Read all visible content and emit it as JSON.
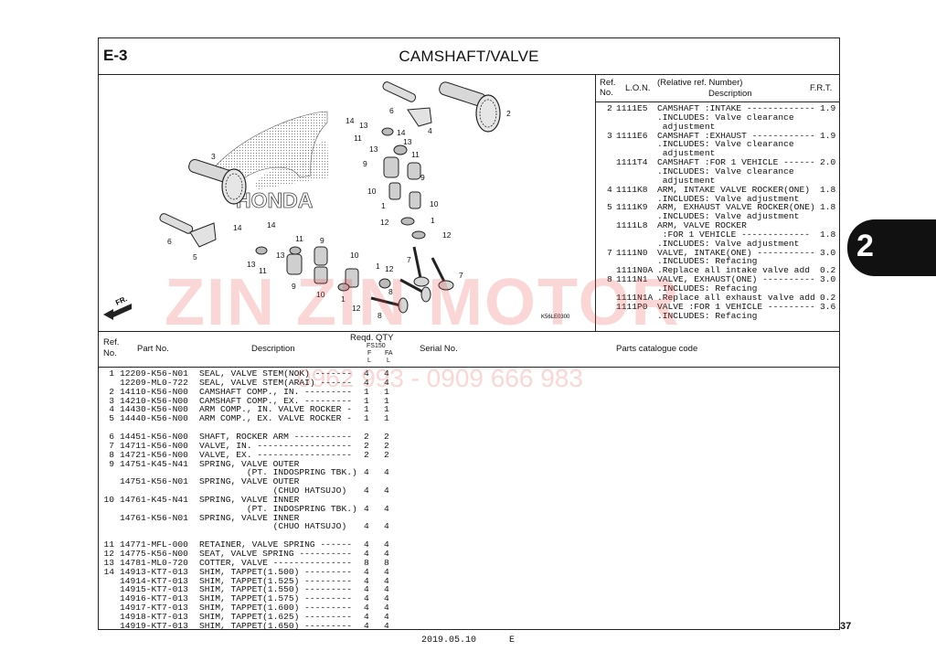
{
  "header": {
    "code": "E-3",
    "title": "CAMSHAFT/VALVE"
  },
  "diagram": {
    "brand_logo": "HONDA",
    "image_code": "K56LE0300",
    "fr_label": "FR.",
    "callouts": [
      "1",
      "1",
      "1",
      "1",
      "2",
      "3",
      "4",
      "5",
      "6",
      "6",
      "7",
      "7",
      "8",
      "8",
      "9",
      "9",
      "9",
      "9",
      "10",
      "10",
      "10",
      "10",
      "11",
      "11",
      "11",
      "11",
      "12",
      "12",
      "12",
      "12",
      "13",
      "13",
      "13",
      "13",
      "13",
      "14",
      "14",
      "14",
      "14"
    ]
  },
  "ref_table": {
    "headers": {
      "ref": "Ref.",
      "no": "No.",
      "lon": "L.O.N.",
      "desc1": "(Relative ref. Number)",
      "desc2": "Description",
      "frt": "F.R.T."
    },
    "rows": [
      {
        "ref": "2",
        "lon": "1111E5",
        "desc": "CAMSHAFT :INTAKE -------------",
        "frt": "1.9"
      },
      {
        "ref": "",
        "lon": "",
        "desc": ".INCLUDES: Valve clearance",
        "frt": ""
      },
      {
        "ref": "",
        "lon": "",
        "desc": " adjustment",
        "frt": ""
      },
      {
        "ref": "3",
        "lon": "1111E6",
        "desc": "CAMSHAFT :EXHAUST ------------",
        "frt": "1.9"
      },
      {
        "ref": "",
        "lon": "",
        "desc": ".INCLUDES: Valve clearance",
        "frt": ""
      },
      {
        "ref": "",
        "lon": "",
        "desc": " adjustment",
        "frt": ""
      },
      {
        "ref": "",
        "lon": "1111T4",
        "desc": "CAMSHAFT :FOR 1 VEHICLE ------",
        "frt": "2.0"
      },
      {
        "ref": "",
        "lon": "",
        "desc": ".INCLUDES: Valve clearance",
        "frt": ""
      },
      {
        "ref": "",
        "lon": "",
        "desc": " adjustment",
        "frt": ""
      },
      {
        "ref": "4",
        "lon": "1111K8",
        "desc": "ARM, INTAKE VALVE ROCKER(ONE)",
        "frt": "1.8"
      },
      {
        "ref": "",
        "lon": "",
        "desc": ".INCLUDES: Valve adjustment",
        "frt": ""
      },
      {
        "ref": "5",
        "lon": "1111K9",
        "desc": "ARM, EXHAUST VALVE ROCKER(ONE)",
        "frt": "1.8"
      },
      {
        "ref": "",
        "lon": "",
        "desc": ".INCLUDES: Valve adjustment",
        "frt": ""
      },
      {
        "ref": "",
        "lon": "1111L8",
        "desc": "ARM, VALVE ROCKER",
        "frt": ""
      },
      {
        "ref": "",
        "lon": "",
        "desc": " :FOR 1 VEHICLE -------------",
        "frt": "1.8"
      },
      {
        "ref": "",
        "lon": "",
        "desc": ".INCLUDES: Valve adjustment",
        "frt": ""
      },
      {
        "ref": "7",
        "lon": "1111N0",
        "desc": "VALVE, INTAKE(ONE) -----------",
        "frt": "3.0"
      },
      {
        "ref": "",
        "lon": "",
        "desc": ".INCLUDES: Refacing",
        "frt": ""
      },
      {
        "ref": "",
        "lon": "1111N0A",
        "desc": ".Replace all intake valve add",
        "frt": "0.2"
      },
      {
        "ref": "8",
        "lon": "1111N1",
        "desc": "VALVE, EXHAUST(ONE) ----------",
        "frt": "3.0"
      },
      {
        "ref": "",
        "lon": "",
        "desc": ".INCLUDES: Refacing",
        "frt": ""
      },
      {
        "ref": "",
        "lon": "1111N1A",
        "desc": ".Replace all exhaust valve add",
        "frt": "0.2"
      },
      {
        "ref": "",
        "lon": "1111P0",
        "desc": "VALVE :FOR 1 VEHICLE ---------",
        "frt": "3.6"
      },
      {
        "ref": "",
        "lon": "",
        "desc": ".INCLUDES: Refacing",
        "frt": ""
      }
    ]
  },
  "parts_table": {
    "headers": {
      "ref": "Ref.",
      "no": "No.",
      "part_no": "Part No.",
      "desc": "Description",
      "reqd_qty": "Reqd. QTY",
      "model": "FS150",
      "f": "F",
      "fa": "FA",
      "l1": "L",
      "l2": "L",
      "serial": "Serial No.",
      "catalogue": "Parts catalogue code"
    },
    "rows": [
      {
        "ref": "1",
        "part": "12209-K56-N01",
        "desc": "SEAL, VALVE STEM(NOK) -------",
        "q1": "4",
        "q2": "4"
      },
      {
        "ref": "",
        "part": "12209-ML0-722",
        "desc": "SEAL, VALVE STEM(ARAI) ------",
        "q1": "4",
        "q2": "4"
      },
      {
        "ref": "2",
        "part": "14110-K56-N00",
        "desc": "CAMSHAFT COMP., IN. ---------",
        "q1": "1",
        "q2": "1"
      },
      {
        "ref": "3",
        "part": "14210-K56-N00",
        "desc": "CAMSHAFT COMP., EX. ---------",
        "q1": "1",
        "q2": "1"
      },
      {
        "ref": "4",
        "part": "14430-K56-N00",
        "desc": "ARM COMP., IN. VALVE ROCKER -",
        "q1": "1",
        "q2": "1"
      },
      {
        "ref": "5",
        "part": "14440-K56-N00",
        "desc": "ARM COMP., EX. VALVE ROCKER -",
        "q1": "1",
        "q2": "1"
      },
      {
        "ref": "",
        "part": "",
        "desc": "",
        "q1": "",
        "q2": ""
      },
      {
        "ref": "6",
        "part": "14451-K56-N00",
        "desc": "SHAFT, ROCKER ARM -----------",
        "q1": "2",
        "q2": "2"
      },
      {
        "ref": "7",
        "part": "14711-K56-N00",
        "desc": "VALVE, IN. ------------------",
        "q1": "2",
        "q2": "2"
      },
      {
        "ref": "8",
        "part": "14721-K56-N00",
        "desc": "VALVE, EX. ------------------",
        "q1": "2",
        "q2": "2"
      },
      {
        "ref": "9",
        "part": "14751-K45-N41",
        "desc": "SPRING, VALVE OUTER",
        "q1": "",
        "q2": ""
      },
      {
        "ref": "",
        "part": "",
        "desc": "         (PT. INDOSPRING TBK.)",
        "q1": "4",
        "q2": "4"
      },
      {
        "ref": "",
        "part": "14751-K56-N01",
        "desc": "SPRING, VALVE OUTER",
        "q1": "",
        "q2": ""
      },
      {
        "ref": "",
        "part": "",
        "desc": "              (CHUO HATSUJO)",
        "q1": "4",
        "q2": "4"
      },
      {
        "ref": "10",
        "part": "14761-K45-N41",
        "desc": "SPRING, VALVE INNER",
        "q1": "",
        "q2": ""
      },
      {
        "ref": "",
        "part": "",
        "desc": "         (PT. INDOSPRING TBK.)",
        "q1": "4",
        "q2": "4"
      },
      {
        "ref": "",
        "part": "14761-K56-N01",
        "desc": "SPRING, VALVE INNER",
        "q1": "",
        "q2": ""
      },
      {
        "ref": "",
        "part": "",
        "desc": "              (CHUO HATSUJO)",
        "q1": "4",
        "q2": "4"
      },
      {
        "ref": "",
        "part": "",
        "desc": "",
        "q1": "",
        "q2": ""
      },
      {
        "ref": "11",
        "part": "14771-MFL-000",
        "desc": "RETAINER, VALVE SPRING ------",
        "q1": "4",
        "q2": "4"
      },
      {
        "ref": "12",
        "part": "14775-K56-N00",
        "desc": "SEAT, VALVE SPRING ----------",
        "q1": "4",
        "q2": "4"
      },
      {
        "ref": "13",
        "part": "14781-ML0-720",
        "desc": "COTTER, VALVE ---------------",
        "q1": "8",
        "q2": "8"
      },
      {
        "ref": "14",
        "part": "14913-KT7-013",
        "desc": "SHIM, TAPPET(1.500) ---------",
        "q1": "4",
        "q2": "4"
      },
      {
        "ref": "",
        "part": "14914-KT7-013",
        "desc": "SHIM, TAPPET(1.525) ---------",
        "q1": "4",
        "q2": "4"
      },
      {
        "ref": "",
        "part": "14915-KT7-013",
        "desc": "SHIM, TAPPET(1.550) ---------",
        "q1": "4",
        "q2": "4"
      },
      {
        "ref": "",
        "part": "14916-KT7-013",
        "desc": "SHIM, TAPPET(1.575) ---------",
        "q1": "4",
        "q2": "4"
      },
      {
        "ref": "",
        "part": "14917-KT7-013",
        "desc": "SHIM, TAPPET(1.600) ---------",
        "q1": "4",
        "q2": "4"
      },
      {
        "ref": "",
        "part": "14918-KT7-013",
        "desc": "SHIM, TAPPET(1.625) ---------",
        "q1": "4",
        "q2": "4"
      },
      {
        "ref": "",
        "part": "14919-KT7-013",
        "desc": "SHIM, TAPPET(1.650) ---------",
        "q1": "4",
        "q2": "4"
      }
    ]
  },
  "side_tab": {
    "label": "2"
  },
  "watermark": {
    "name": "ZIN ZIN MOTOR",
    "phone": "0962 993 - 0909 666 983"
  },
  "footer": {
    "date": "2019.05.10",
    "edition": "E",
    "page": "37"
  },
  "colors": {
    "ink": "#111111",
    "watermark": "#e64646"
  }
}
